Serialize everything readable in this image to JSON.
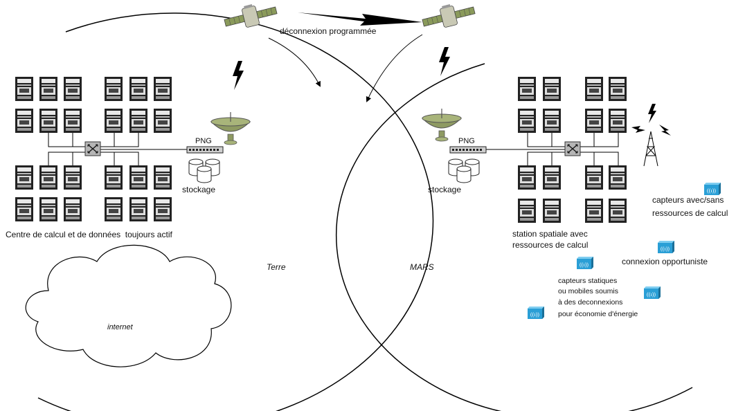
{
  "diagram": {
    "top_link_label": "déconnexion programmée",
    "earth": {
      "name": "Terre",
      "gateway_label": "PNG",
      "storage_label": "stockage",
      "datacenter_label": "Centre de calcul et de données  toujours actif",
      "cloud_label": "internet"
    },
    "mars": {
      "name": "MARS",
      "gateway_label": "PNG",
      "storage_label": "stockage",
      "station_label_line1": "station spatiale avec",
      "station_label_line2": "ressources de calcul",
      "sensors_right_line1": "capteurs avec/sans",
      "sensors_right_line2": "ressources de calcul",
      "opportunistic_label": "connexion opportuniste",
      "sensors_static_line1": "capteurs statiques",
      "sensors_static_line2": "ou mobiles soumis",
      "sensors_static_line3": "à des deconnexions",
      "sensors_static_line4": "pour économie d'énergie"
    }
  }
}
